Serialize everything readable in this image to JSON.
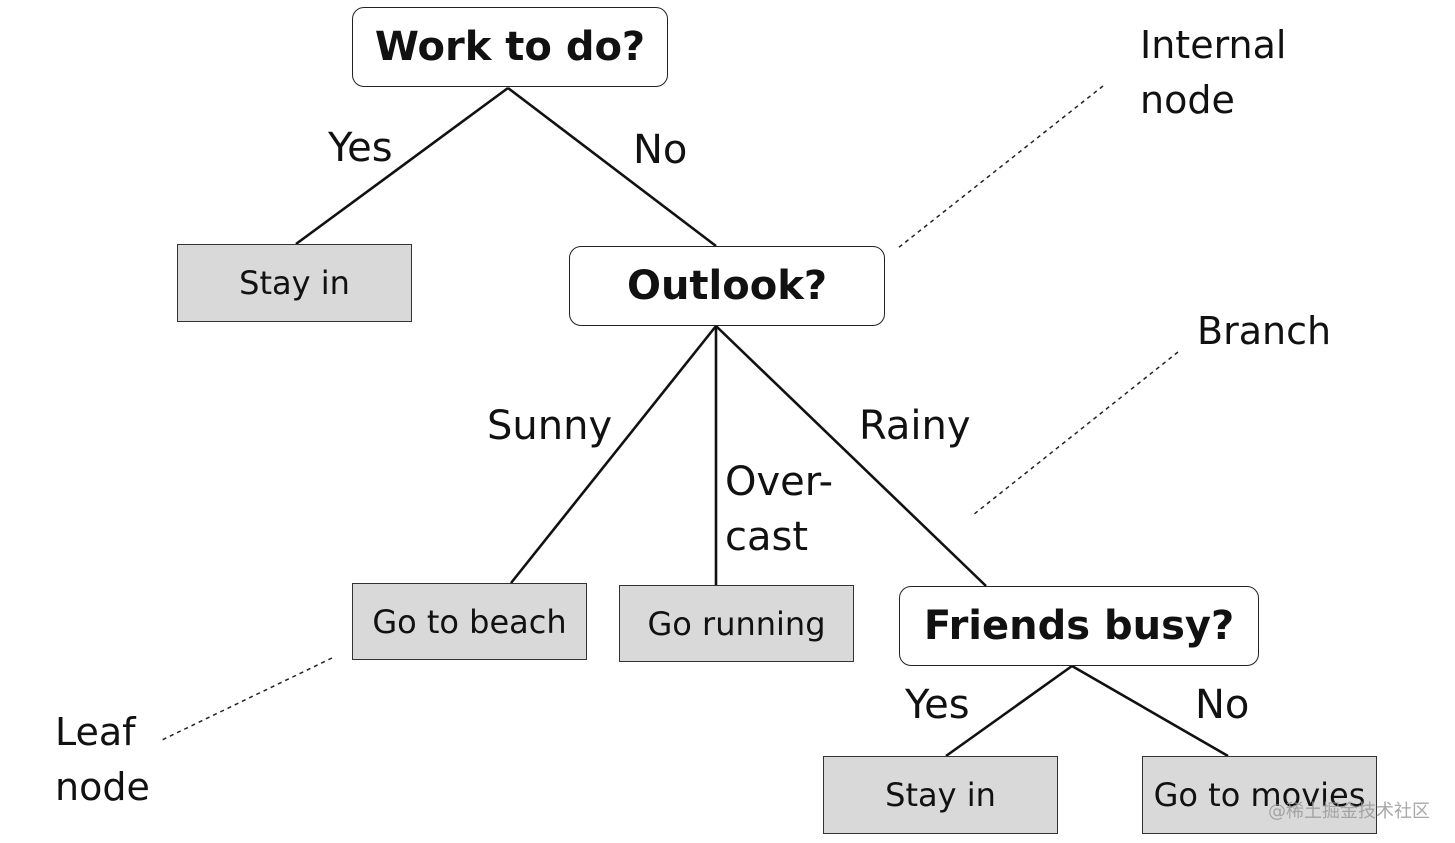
{
  "nodes": {
    "root": "Work to do?",
    "outlook": "Outlook?",
    "friends": "Friends busy?",
    "leaf_stay_in_1": "Stay in",
    "leaf_beach": "Go to beach",
    "leaf_running": "Go running",
    "leaf_stay_in_2": "Stay in",
    "leaf_movies": "Go to movies"
  },
  "edges": {
    "root_yes": "Yes",
    "root_no": "No",
    "sunny": "Sunny",
    "overcast_1": "Over-",
    "overcast_2": "cast",
    "rainy": "Rainy",
    "friends_yes": "Yes",
    "friends_no": "No"
  },
  "annotations": {
    "internal_1": "Internal",
    "internal_2": "node",
    "branch": "Branch",
    "leaf_1": "Leaf",
    "leaf_2": "node"
  },
  "watermark": "@稀土掘金技术社区",
  "colors": {
    "leaf_fill": "#d9d9d9",
    "internal_fill": "#ffffff",
    "line": "#111111"
  }
}
